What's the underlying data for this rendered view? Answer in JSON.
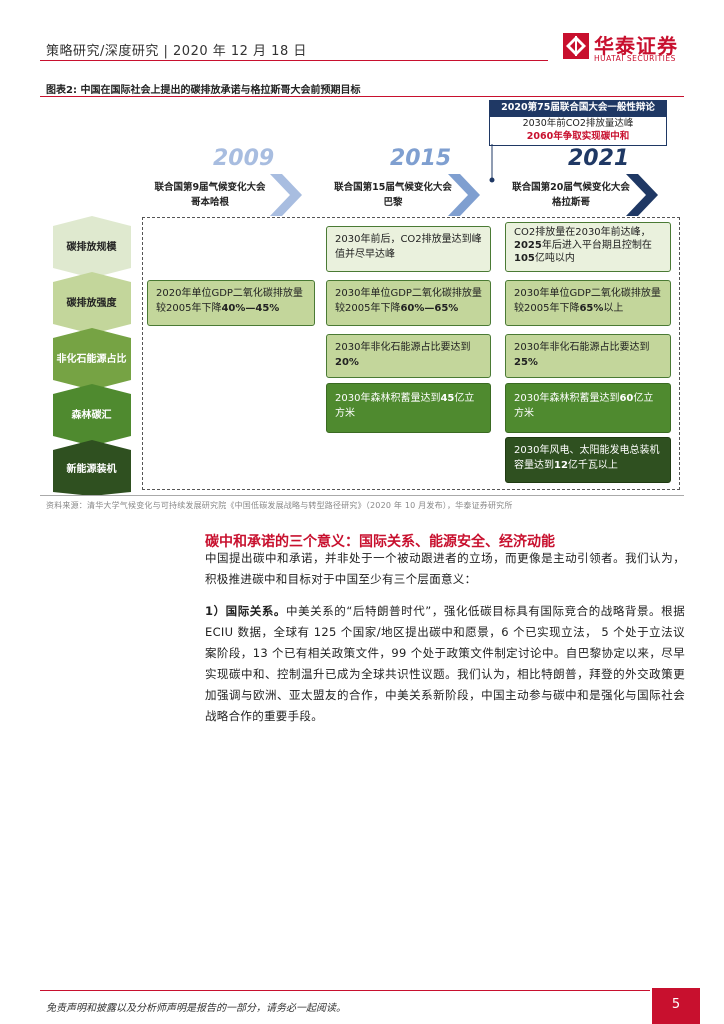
{
  "header": {
    "text": "策略研究/深度研究 | 2020 年 12 月 18 日",
    "logo_cn": "华泰证券",
    "logo_en": "HUATAI SECURITIES"
  },
  "figure": {
    "title": "图表2:   中国在国际社会上提出的碳排放承诺与格拉斯哥大会前预期目标",
    "callout": {
      "head": "2020第75届联合国大会一般性辩论",
      "line1": "2030年前CO2排放量达峰",
      "line2": "2060年争取实现碳中和"
    },
    "years": [
      "2009",
      "2015",
      "2021"
    ],
    "conferences": [
      {
        "line1": "联合国第9届气候变化大会",
        "line2": "哥本哈根"
      },
      {
        "line1": "联合国第15届气候变化大会",
        "line2": "巴黎"
      },
      {
        "line1": "联合国第20届气候变化大会",
        "line2": "格拉斯哥"
      }
    ],
    "rows": [
      "碳排放规模",
      "碳排放强度",
      "非化石能源占比",
      "森林碳汇",
      "新能源装机"
    ],
    "cells": {
      "scale_2015": "2030年前后，CO2排放量达到峰值并尽早达峰",
      "scale_2021_a": "CO2排放量在2030年前达峰，",
      "scale_2021_b": "2025",
      "scale_2021_c": "年后进入平台期且控制在",
      "scale_2021_d": "105",
      "scale_2021_e": "亿吨以内",
      "int_2009_a": "2020年单位GDP二氧化碳排放量较2005年下降",
      "int_2009_b": "40%—45%",
      "int_2015_a": "2030年单位GDP二氧化碳排放量较2005年下降",
      "int_2015_b": "60%—65%",
      "int_2021_a": "2030年单位GDP二氧化碳排放量较2005年下降",
      "int_2021_b": "65%",
      "int_2021_c": "以上",
      "nf_2015_a": "2030年非化石能源占比要达到",
      "nf_2015_b": "20%",
      "nf_2021_a": "2030年非化石能源占比要达到",
      "nf_2021_b": "25%",
      "forest_2015_a": "2030年森林积蓄量达到",
      "forest_2015_b": "45",
      "forest_2015_c": "亿立方米",
      "forest_2021_a": "2030年森林积蓄量达到",
      "forest_2021_b": "60",
      "forest_2021_c": "亿立方米",
      "new_2021_a": "2030年风电、太阳能发电总装机容量达到",
      "new_2021_b": "12",
      "new_2021_c": "亿千瓦以上"
    },
    "source": "资料来源：清华大学气候变化与可持续发展研究院《中国低碳发展战略与转型路径研究》（2020 年 10 月发布），华泰证券研究所"
  },
  "section": {
    "title": "碳中和承诺的三个意义：国际关系、能源安全、经济动能",
    "p1": "中国提出碳中和承诺，并非处于一个被动跟进者的立场，而更像是主动引领者。我们认为，积极推进碳中和目标对于中国至少有三个层面意义：",
    "p2_lead": "1）国际关系。",
    "p2": "中美关系的“后特朗普时代”，强化低碳目标具有国际竞合的战略背景。根据 ECIU 数据，全球有 125 个国家/地区提出碳中和愿景，6 个已实现立法， 5 个处于立法议案阶段，13 个已有相关政策文件，99 个处于政策文件制定讨论中。自巴黎协定以来，尽早实现碳中和、控制温升已成为全球共识性议题。我们认为，相比特朗普，拜登的外交政策更加强调与欧洲、亚太盟友的合作，中美关系新阶段，中国主动参与碳中和是强化与国际社会战略合作的重要手段。"
  },
  "footer": {
    "text": "免责声明和披露以及分析师声明是报告的一部分，请务必一起阅读。",
    "page": "5"
  },
  "colors": {
    "accent": "#c8102e",
    "navy": "#1f3864",
    "green_light": "#eaf1dd",
    "green_mid": "#c3d69b",
    "green_dark": "#4f8a2f",
    "green_darkest": "#2f5020"
  }
}
